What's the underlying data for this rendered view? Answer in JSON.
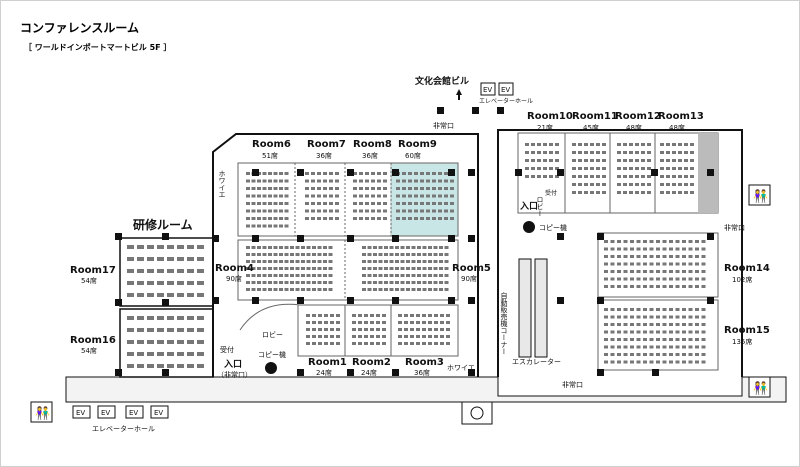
{
  "header": {
    "title": "コンファレンスルーム",
    "subtitle": "［ ワールドインポートマートビル 5F ］"
  },
  "annotations": {
    "bunka": "文化会館ビル",
    "kenshu": "研修ルーム",
    "ev": "EV",
    "ev_hall": "エレベーターホール",
    "hijoguchi": "非常口",
    "foyer": "ホワイエ",
    "lobby": "ロビー",
    "copy": "コピー機",
    "uketsuke": "受付",
    "entrance": "入口",
    "entrance_sub": "（非常口）",
    "lobby_v": "ロビー",
    "escalator": "エスカレーター",
    "vending": "自動販売機コーナー"
  },
  "rooms": [
    {
      "id": "room6",
      "name": "Room6",
      "seats": "51席"
    },
    {
      "id": "room7",
      "name": "Room7",
      "seats": "36席"
    },
    {
      "id": "room8",
      "name": "Room8",
      "seats": "36席"
    },
    {
      "id": "room9",
      "name": "Room9",
      "seats": "60席"
    },
    {
      "id": "room4",
      "name": "Room4",
      "seats": "90席"
    },
    {
      "id": "room5",
      "name": "Room5",
      "seats": "90席"
    },
    {
      "id": "room1",
      "name": "Room1",
      "seats": "24席"
    },
    {
      "id": "room2",
      "name": "Room2",
      "seats": "24席"
    },
    {
      "id": "room3",
      "name": "Room3",
      "seats": "36席"
    },
    {
      "id": "room10",
      "name": "Room10",
      "seats": "21席"
    },
    {
      "id": "room11",
      "name": "Room11",
      "seats": "45席"
    },
    {
      "id": "room12",
      "name": "Room12",
      "seats": "48席"
    },
    {
      "id": "room13",
      "name": "Room13",
      "seats": "48席"
    },
    {
      "id": "room14",
      "name": "Room14",
      "seats": "102席"
    },
    {
      "id": "room15",
      "name": "Room15",
      "seats": "135席"
    },
    {
      "id": "room16",
      "name": "Room16",
      "seats": "54席"
    },
    {
      "id": "room17",
      "name": "Room17",
      "seats": "54席"
    }
  ],
  "colors": {
    "highlight": "#c9e6e6",
    "wall": "#111111",
    "seat": "#555555",
    "corridor": "#f2f2f2"
  }
}
